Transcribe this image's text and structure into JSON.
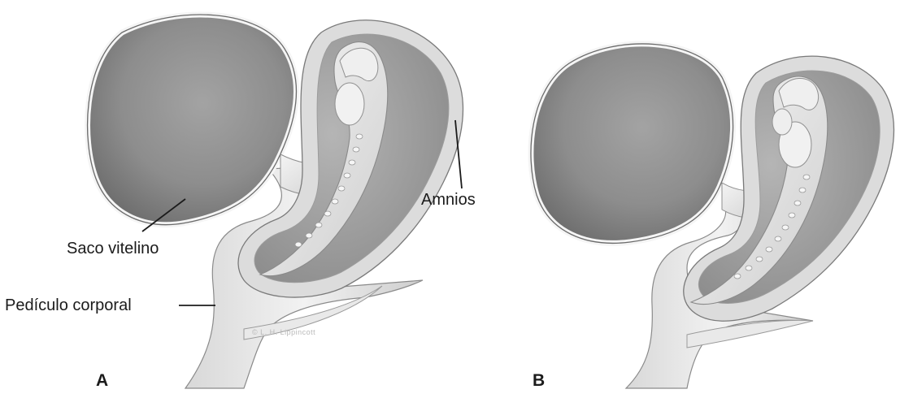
{
  "figure": {
    "labels": {
      "yolk_sac": "Saco vitelino",
      "body_stalk": "Pedículo corporal",
      "amnion": "Amnios"
    },
    "panels": [
      "A",
      "B"
    ],
    "watermark": "© L. H. Lippincott"
  },
  "colors": {
    "sac_fill": "#8a8a8a",
    "sac_rim": "#efefef",
    "tissue": "#e3e3e3",
    "tissue_shadow": "#c4c4c4",
    "outline": "#6f6f6f",
    "leader_line": "#1b1b1b"
  }
}
